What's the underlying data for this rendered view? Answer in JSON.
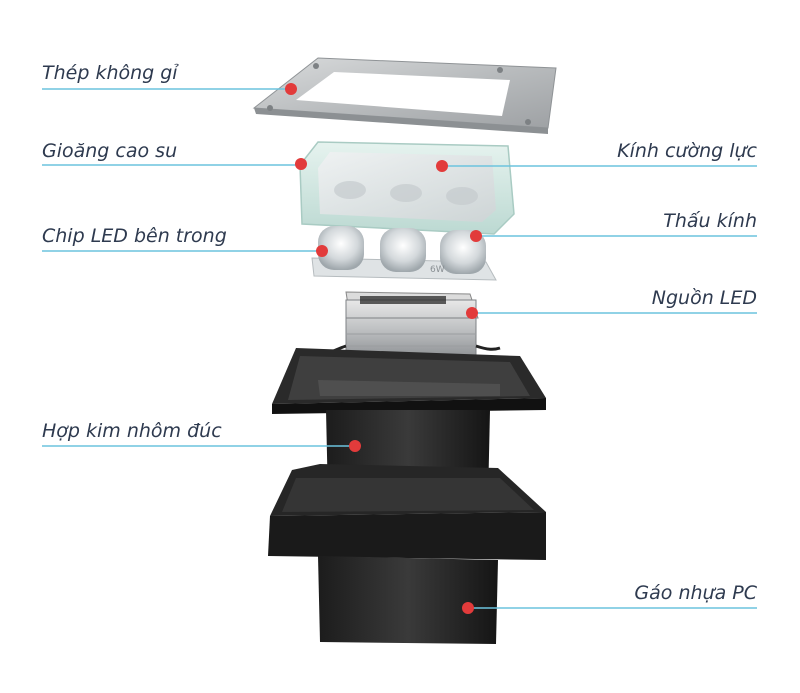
{
  "labels": {
    "stainless_steel": "Thép không gỉ",
    "rubber_gasket": "Gioăng cao su",
    "tempered_glass": "Kính cường lực",
    "lens": "Thấu kính",
    "led_chip": "Chip LED bên trong",
    "led_driver": "Nguồn LED",
    "die_cast_aluminum": "Hợp kim nhôm đúc",
    "pc_plastic_box": "Gáo nhựa PC"
  },
  "pcb_marking": "6W",
  "colors": {
    "leader_line": "#6cc3de",
    "marker_dot": "#e23b3b",
    "label_text": "#2e3a4f"
  }
}
